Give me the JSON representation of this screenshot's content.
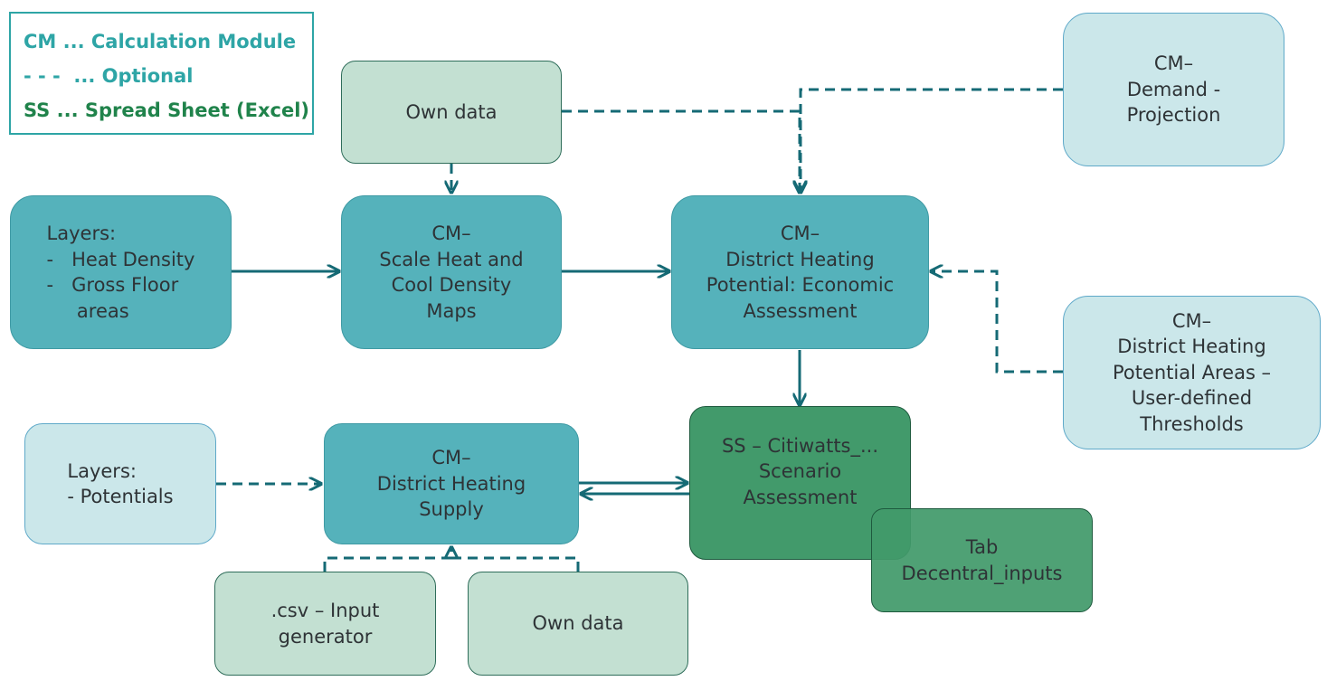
{
  "legend": {
    "cm": "CM ... Calculation Module",
    "optional": "- - -  ... Optional",
    "ss": "SS ... Spread Sheet (Excel)"
  },
  "nodes": {
    "own_data_top": "Own data",
    "cm_demand_projection": "CM–\nDemand -\nProjection",
    "layers_heat_density": "Layers:\n-   Heat Density\n-   Gross Floor\n     areas",
    "cm_scale_heat_cool": "CM–\nScale Heat and\nCool Density\nMaps",
    "cm_dh_potential_economic": "CM–\nDistrict Heating\nPotential: Economic\nAssessment",
    "cm_dh_potential_areas": "CM–\nDistrict Heating\nPotential Areas –\nUser-defined\nThresholds",
    "layers_potentials": "Layers:\n- Potentials",
    "cm_dh_supply": "CM–\nDistrict Heating\nSupply",
    "ss_citiwatts": "SS – Citiwatts_...\nScenario\nAssessment",
    "tab_decentral": "Tab\nDecentral_inputs",
    "csv_input_generator": ".csv – Input\ngenerator",
    "own_data_bottom": "Own data"
  },
  "colors": {
    "arrow": "#156a75",
    "teal_box": "#55b2bb",
    "sage_box": "#c3e0d2",
    "pale_box": "#cbe7ea",
    "green_box": "#429a6b",
    "legend_teal": "#2ea5a6",
    "legend_green": "#20834b"
  }
}
